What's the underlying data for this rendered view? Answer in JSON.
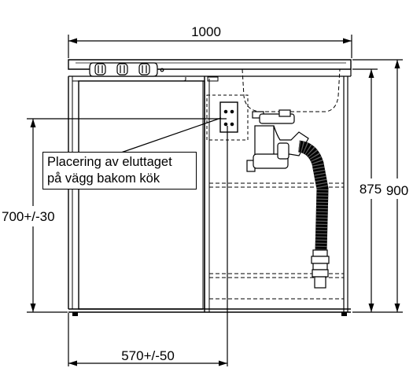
{
  "dimensions": {
    "total_width": "1000",
    "socket_offset": "570+/-50",
    "socket_height": "700+/-30",
    "cabinet_height": "875",
    "total_height": "900"
  },
  "callout": {
    "line1": "Placering av eluttaget",
    "line2": "på vägg bakom kök"
  }
}
